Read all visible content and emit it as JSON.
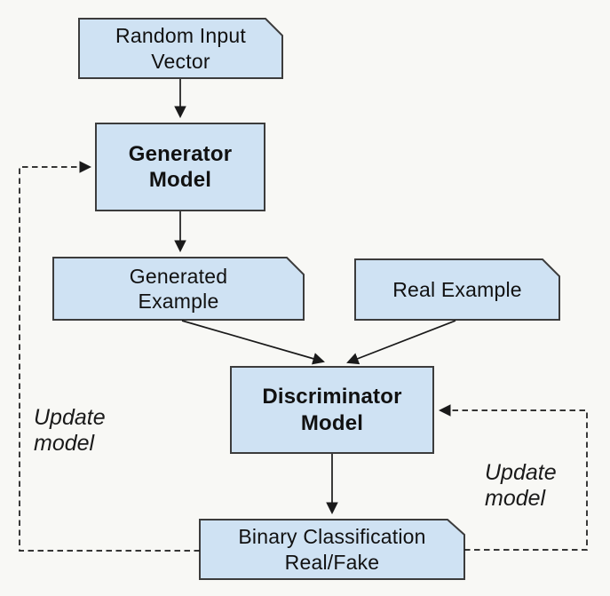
{
  "diagram": {
    "nodes": {
      "random_input": {
        "label": "Random Input\nVector"
      },
      "generator": {
        "label": "Generator\nModel"
      },
      "generated_example": {
        "label": "Generated\nExample"
      },
      "real_example": {
        "label": "Real Example"
      },
      "discriminator": {
        "label": "Discriminator\nModel"
      },
      "binary_classification": {
        "label": "Binary Classification\nReal/Fake"
      }
    },
    "annotations": {
      "update_model_left": "Update\nmodel",
      "update_model_right": "Update\nmodel"
    },
    "colors": {
      "node_fill": "#cfe2f3",
      "node_border": "#3c3c3c",
      "line": "#1a1a1a",
      "background": "#f8f8f5",
      "text": "#111111"
    }
  }
}
